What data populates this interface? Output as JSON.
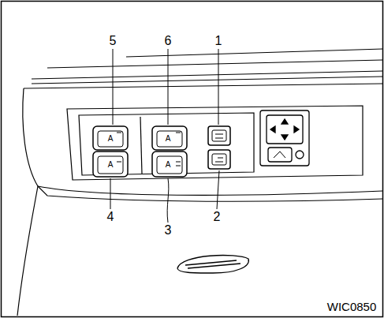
{
  "diagram": {
    "labels": [
      "5",
      "6",
      "1",
      "A",
      "A",
      "A",
      "A",
      "4",
      "3",
      "2",
      "WIC0850"
    ]
  }
}
